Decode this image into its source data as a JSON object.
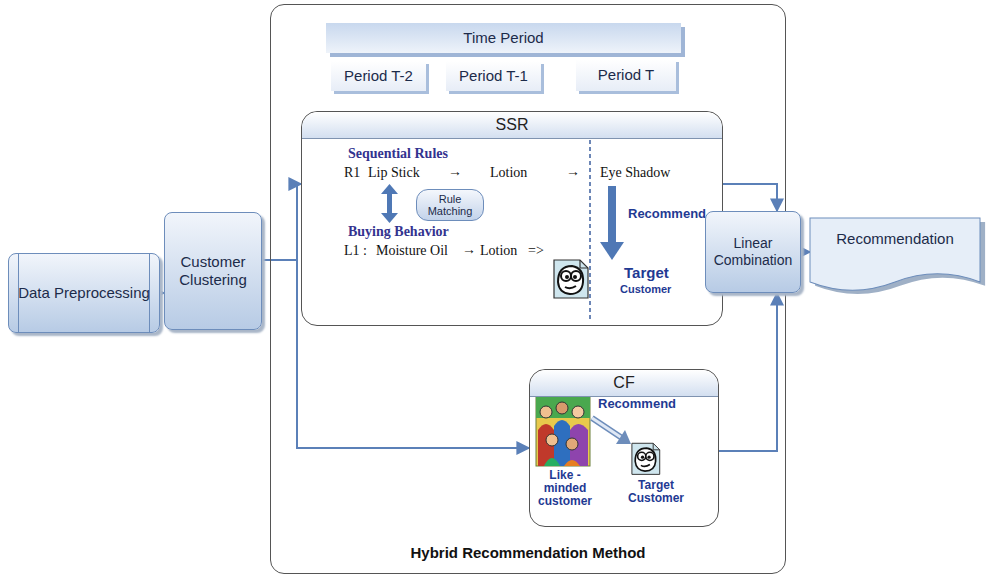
{
  "diagram": {
    "nodes": [
      {
        "text": [
          "Data Preprocessing"
        ]
      },
      {
        "text": [
          "Customer Clustering"
        ]
      },
      {
        "text": [
          "Hybrid Recommendation Method"
        ]
      },
      {
        "text": [
          "Time Period"
        ],
        "in": 2
      },
      {
        "text": [
          "Period T-2"
        ],
        "in": 2
      },
      {
        "text": [
          "Period T-1"
        ],
        "in": 2
      },
      {
        "text": [
          "Period T"
        ],
        "in": 2
      },
      {
        "text": [
          "SSR"
        ],
        "in": 2
      },
      {
        "text": [
          "Rule Matching"
        ],
        "in": 7
      },
      {
        "text": [
          "CF"
        ],
        "in": 2
      },
      {
        "text": [
          "Linear Combination"
        ],
        "in": 2
      },
      {
        "text": [
          "Recommendation"
        ]
      }
    ],
    "edges": [
      {
        "from": 0,
        "to": 1,
        "arrow": "to"
      },
      {
        "from": 1,
        "to": 7,
        "arrow": "to"
      },
      {
        "from": 1,
        "to": 9,
        "arrow": "to"
      },
      {
        "from": 7,
        "to": 10,
        "arrow": "to"
      },
      {
        "from": 9,
        "to": 10,
        "arrow": "to"
      },
      {
        "from": 10,
        "to": 11,
        "arrow": "to"
      }
    ],
    "labels": [
      "Sequential Rules",
      "R1",
      "Lip Stick",
      "→",
      "Lotion",
      "→",
      "Eye Shadow",
      "Recommend",
      "Buying Behavior",
      "L1 :",
      "Moisture Oil",
      "→",
      "Lotion",
      "=>",
      "Target",
      "Customer",
      "Recommend",
      "Like - minded customer",
      "Target Customer"
    ]
  }
}
